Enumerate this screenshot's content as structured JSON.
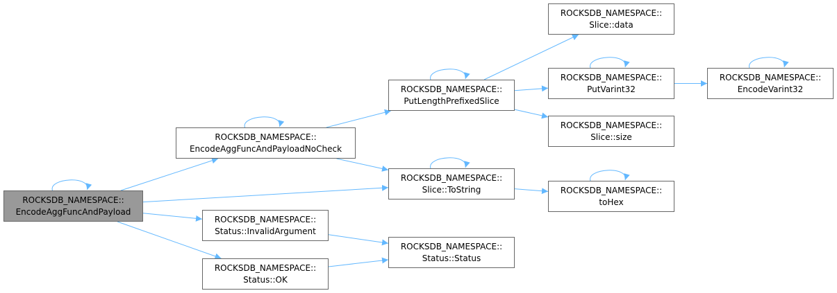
{
  "colors": {
    "edge": "#63b8ff",
    "node_border": "#666666",
    "root_fill": "#999999",
    "node_fill": "#ffffff"
  },
  "nodes": {
    "encode_agg": {
      "line1": "ROCKSDB_NAMESPACE::",
      "line2": "EncodeAggFuncAndPayload"
    },
    "encode_agg_nocheck": {
      "line1": "ROCKSDB_NAMESPACE::",
      "line2": "EncodeAggFuncAndPayloadNoCheck"
    },
    "status_invalid": {
      "line1": "ROCKSDB_NAMESPACE::",
      "line2": "Status::InvalidArgument"
    },
    "status_ok": {
      "line1": "ROCKSDB_NAMESPACE::",
      "line2": "Status::OK"
    },
    "put_length_prefixed": {
      "line1": "ROCKSDB_NAMESPACE::",
      "line2": "PutLengthPrefixedSlice"
    },
    "slice_tostring": {
      "line1": "ROCKSDB_NAMESPACE::",
      "line2": "Slice::ToString"
    },
    "status_status": {
      "line1": "ROCKSDB_NAMESPACE::",
      "line2": "Status::Status"
    },
    "slice_data": {
      "line1": "ROCKSDB_NAMESPACE::",
      "line2": "Slice::data"
    },
    "put_varint32": {
      "line1": "ROCKSDB_NAMESPACE::",
      "line2": "PutVarint32"
    },
    "slice_size": {
      "line1": "ROCKSDB_NAMESPACE::",
      "line2": "Slice::size"
    },
    "to_hex": {
      "line1": "ROCKSDB_NAMESPACE::",
      "line2": "toHex"
    },
    "encode_varint32": {
      "line1": "ROCKSDB_NAMESPACE::",
      "line2": "EncodeVarint32"
    }
  },
  "edges": [
    [
      "encode_agg",
      "encode_agg_nocheck"
    ],
    [
      "encode_agg",
      "slice_tostring"
    ],
    [
      "encode_agg",
      "status_invalid"
    ],
    [
      "encode_agg",
      "status_ok"
    ],
    [
      "encode_agg_nocheck",
      "put_length_prefixed"
    ],
    [
      "encode_agg_nocheck",
      "slice_tostring"
    ],
    [
      "put_length_prefixed",
      "slice_data"
    ],
    [
      "put_length_prefixed",
      "put_varint32"
    ],
    [
      "put_length_prefixed",
      "slice_size"
    ],
    [
      "put_varint32",
      "encode_varint32"
    ],
    [
      "slice_tostring",
      "to_hex"
    ],
    [
      "status_invalid",
      "status_status"
    ],
    [
      "status_ok",
      "status_status"
    ]
  ],
  "self_loops": [
    "encode_agg",
    "encode_agg_nocheck",
    "put_length_prefixed",
    "slice_tostring",
    "put_varint32",
    "encode_varint32",
    "to_hex"
  ]
}
